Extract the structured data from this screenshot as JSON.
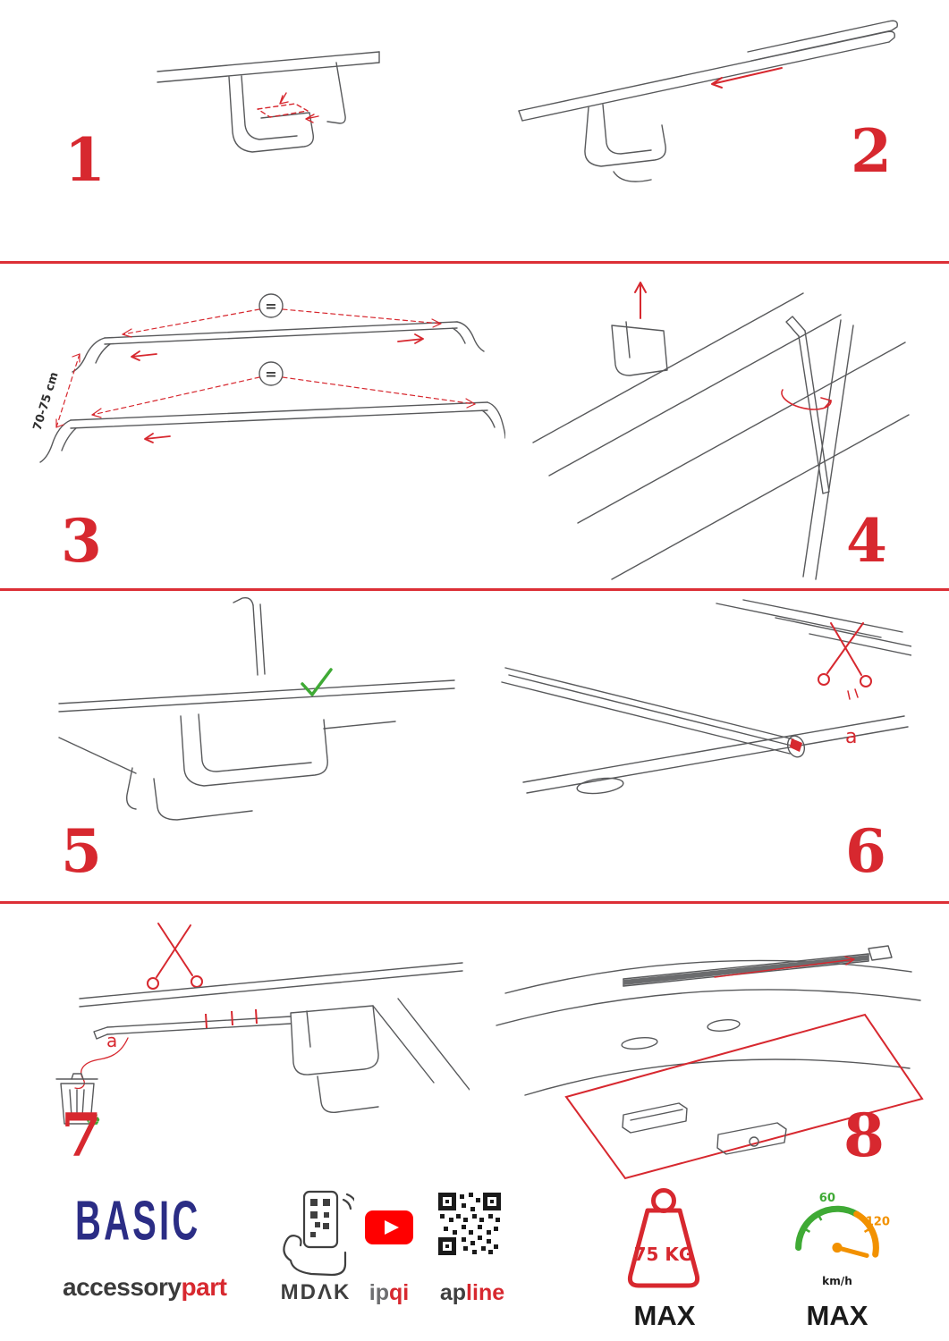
{
  "colors": {
    "accent_red": "#d7282f",
    "divider_red": "#dc2f36",
    "line_art_gray": "#58595b",
    "check_green": "#3faa35",
    "youtube_red": "#ff0000",
    "brand_blue": "#2b2d85",
    "gauge_orange": "#f29100"
  },
  "steps": [
    {
      "number": "1"
    },
    {
      "number": "2"
    },
    {
      "number": "3",
      "measurement": "70-75 cm",
      "equal_sign": "="
    },
    {
      "number": "4"
    },
    {
      "number": "5"
    },
    {
      "number": "6",
      "cut_label": "a"
    },
    {
      "number": "7",
      "cut_label": "a"
    },
    {
      "number": "8"
    }
  ],
  "footer": {
    "brand": "BASIC",
    "brand_word_black": "accessory",
    "brand_word_red": "part",
    "partner_mdak": "MDΛK",
    "partner_ipqi_gray": "ip",
    "partner_ipqi_red": "qi",
    "partner_apline_black": "ap",
    "partner_apline_red": "line",
    "max_weight_value": "75 KG",
    "max_weight_label": "MAX",
    "speed_tick_green": "60",
    "speed_tick_orange": "120",
    "speed_unit": "km/h",
    "max_speed_label": "MAX"
  },
  "icons": {
    "recycle_glyph": "♻"
  }
}
